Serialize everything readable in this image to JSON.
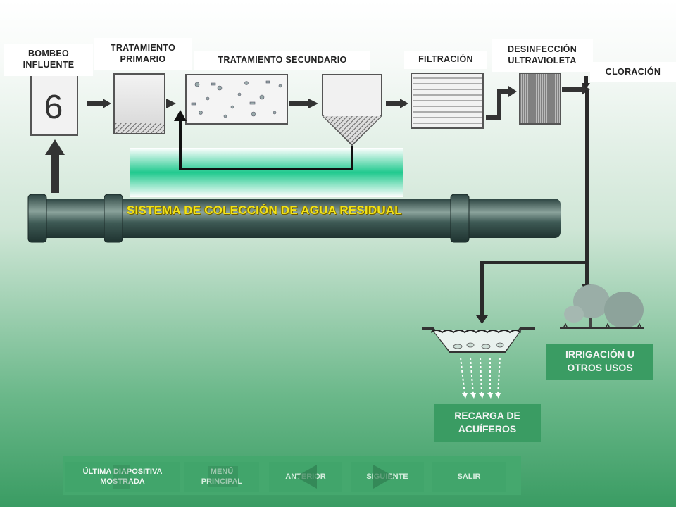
{
  "labels": {
    "bombeo": "BOMBEO\nINFLUENTE",
    "primario": "TRATAMIENTO\nPRIMARIO",
    "secundario": "TRATAMIENTO SECUNDARIO",
    "filtracion": "FILTRACIÓN",
    "desinfeccion": "DESINFECCIÓN\nULTRAVIOLETA",
    "cloracion": "CLORACIÓN",
    "irrigacion": "IRRIGACIÓN U\nOTROS USOS",
    "recarga": "RECARGA DE\nACUÍFEROS"
  },
  "pipe_label": "SISTEMA DE COLECCIÓN DE AGUA RESIDUAL",
  "pump_symbol": "6",
  "nav": {
    "ultima": "ÚLTIMA DIAPOSITIVA\nMOSTRADA",
    "menu": "MENÚ\nPRINCIPAL",
    "anterior": "ANTERIOR",
    "siguiente": "SIGUIENTE",
    "salir": "SALIR"
  },
  "colors": {
    "label_green": "#3a9c63",
    "pipe": "#2f4a45",
    "pipe_title": "#f2e21a"
  }
}
